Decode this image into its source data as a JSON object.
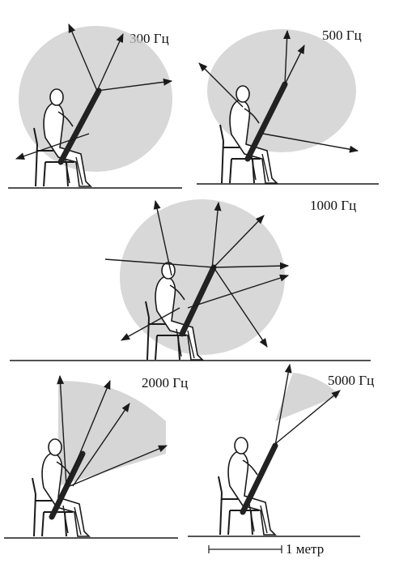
{
  "colors": {
    "line": "#1a1a1a",
    "shade": "#c8c8c8",
    "instrument": "#222222"
  },
  "panels": [
    {
      "id": "p300",
      "label": "300 Гц",
      "icon": "seated-cellist-figure"
    },
    {
      "id": "p500",
      "label": "500 Гц",
      "icon": "seated-cellist-figure"
    },
    {
      "id": "p1000",
      "label": "1000 Гц",
      "icon": "seated-cellist-figure"
    },
    {
      "id": "p2000",
      "label": "2000 Гц",
      "icon": "seated-cellist-figure"
    },
    {
      "id": "p5000",
      "label": "5000 Гц",
      "icon": "seated-cellist-figure"
    }
  ],
  "scale": {
    "label": "1 метр"
  }
}
